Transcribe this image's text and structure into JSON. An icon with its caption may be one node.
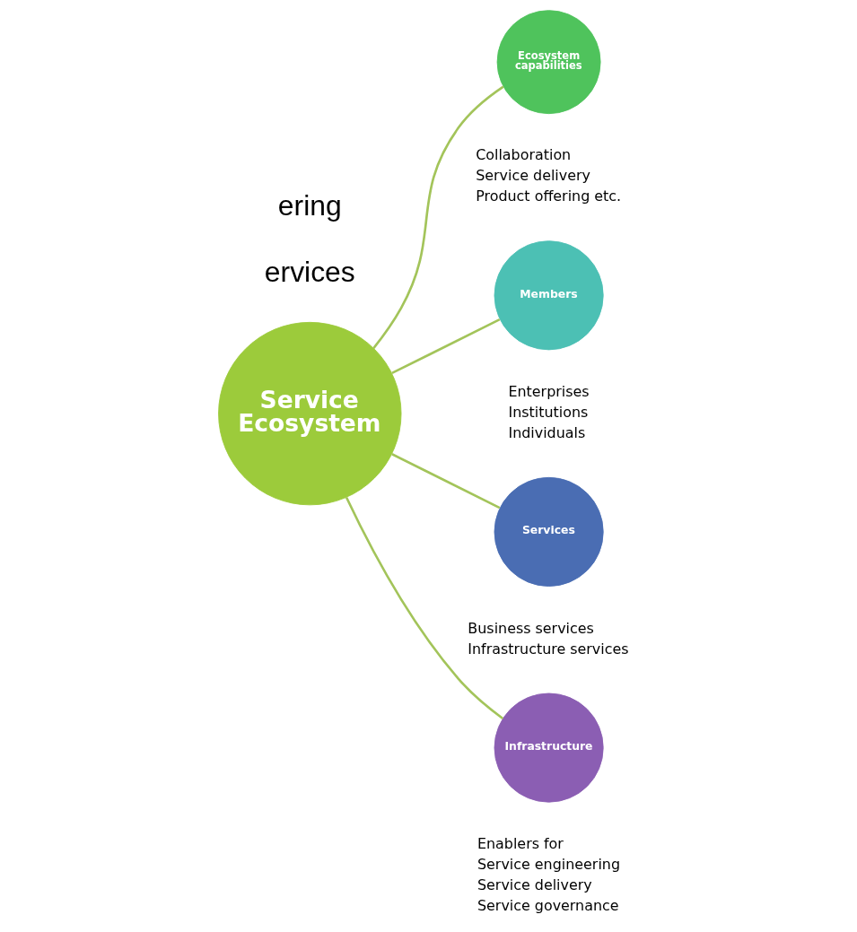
{
  "diagram": {
    "nodes": [
      {
        "text": [
          "Service Ecosystem"
        ]
      },
      {
        "text": [
          "Ecosystem capabilities"
        ],
        "beside": [
          "Collaboration",
          "Service delivery",
          "Product offering etc."
        ]
      },
      {
        "text": [
          "Members"
        ],
        "beside": [
          "Enterprises",
          "Institutions",
          "Individuals"
        ]
      },
      {
        "text": [
          "Services"
        ],
        "beside": [
          "Business services",
          "Infrastructure services"
        ]
      },
      {
        "text": [
          "Infrastructure"
        ],
        "beside": [
          "Enablers for",
          "Service engineering",
          "Service delivery",
          "Service governance"
        ]
      }
    ],
    "edges": [
      {
        "from": 0,
        "to": 1,
        "arrow": "none"
      },
      {
        "from": 0,
        "to": 2,
        "arrow": "none"
      },
      {
        "from": 0,
        "to": 3,
        "arrow": "none"
      },
      {
        "from": 0,
        "to": 4,
        "arrow": "none"
      }
    ],
    "labels": [
      "ervices",
      "ering"
    ]
  }
}
